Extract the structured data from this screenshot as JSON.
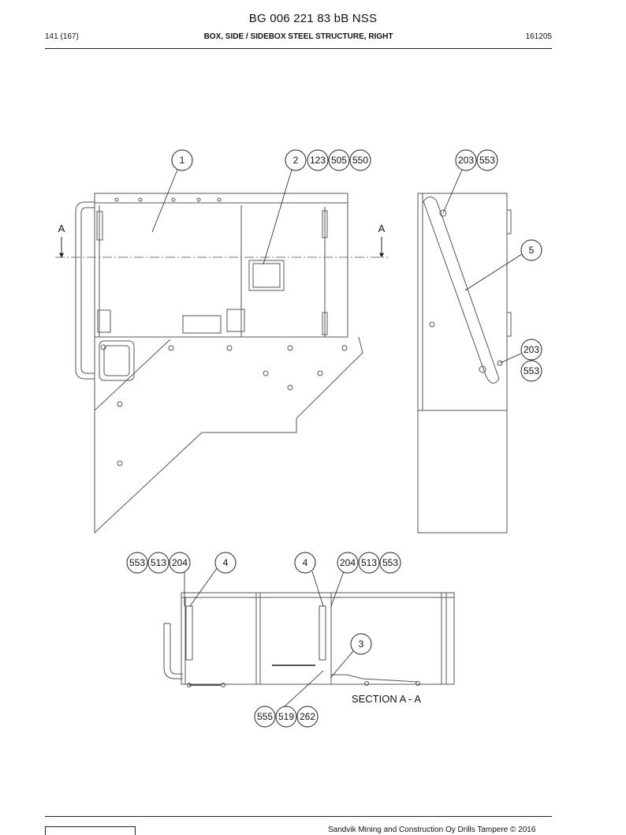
{
  "header": {
    "doc_code": "BG 006 221 83 bB NSS",
    "page": "141 (167)",
    "title": "BOX, SIDE / SIDEBOX STEEL STRUCTURE, RIGHT",
    "date_code": "161205"
  },
  "drawing": {
    "section_marker": "A",
    "section_caption": "SECTION A - A",
    "callouts": {
      "c1": "1",
      "c2": "2",
      "c123": "123",
      "c505": "505",
      "c550": "550",
      "c203a": "203",
      "c553a": "553",
      "c5": "5",
      "c203b": "203",
      "c553b": "553",
      "c553c": "553",
      "c513c": "513",
      "c204c": "204",
      "c4a": "4",
      "c4b": "4",
      "c204d": "204",
      "c513d": "513",
      "c553d": "553",
      "c3": "3",
      "c555": "555",
      "c519": "519",
      "c262": "262"
    }
  },
  "footer": {
    "copyright": "Sandvik Mining and Construction Oy Drills Tampere © 2016"
  }
}
